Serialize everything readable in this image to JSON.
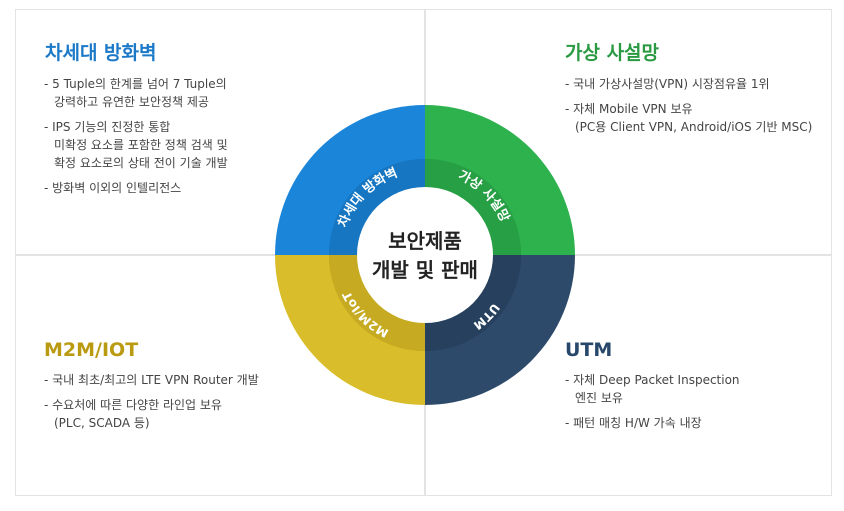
{
  "center": {
    "line1": "보안제품",
    "line2": "개발 및 판매"
  },
  "quadrants": [
    {
      "id": "tl",
      "title": "차세대 방화벽",
      "ring_label": "차세대 방화벽",
      "color": "#1b86d9",
      "items": [
        [
          "- 5 Tuple의 한계를 넘어 7 Tuple의",
          "강력하고 유연한 보안정책 제공"
        ],
        [
          "- IPS 기능의 진정한 통합",
          "미확정 요소를 포함한 정책 검색 및",
          "확정 요소로의 상태 전이 기술 개발"
        ],
        [
          "- 방화벽 이외의 인텔리전스"
        ]
      ]
    },
    {
      "id": "tr",
      "title": "가상 사설망",
      "ring_label": "가상 사설망",
      "color": "#2eb24e",
      "items": [
        [
          "- 국내 가상사설망(VPN) 시장점유율 1위"
        ],
        [
          "- 자체 Mobile VPN 보유",
          "(PC용 Client VPN, Android/iOS 기반 MSC)"
        ]
      ]
    },
    {
      "id": "bl",
      "title": "M2M/IOT",
      "ring_label": "M2M/IoT",
      "color": "#d9bd2a",
      "items": [
        [
          "- 국내 최초/최고의 LTE VPN Router 개발"
        ],
        [
          "- 수요처에 따른 다양한 라인업 보유",
          "(PLC, SCADA 등)"
        ]
      ]
    },
    {
      "id": "br",
      "title": "UTM",
      "ring_label": "UTM",
      "color": "#2e4a6b",
      "items": [
        [
          "- 자체 Deep Packet Inspection",
          "엔진 보유"
        ],
        [
          "- 패턴 매칭 H/W 가속 내장"
        ]
      ]
    }
  ]
}
